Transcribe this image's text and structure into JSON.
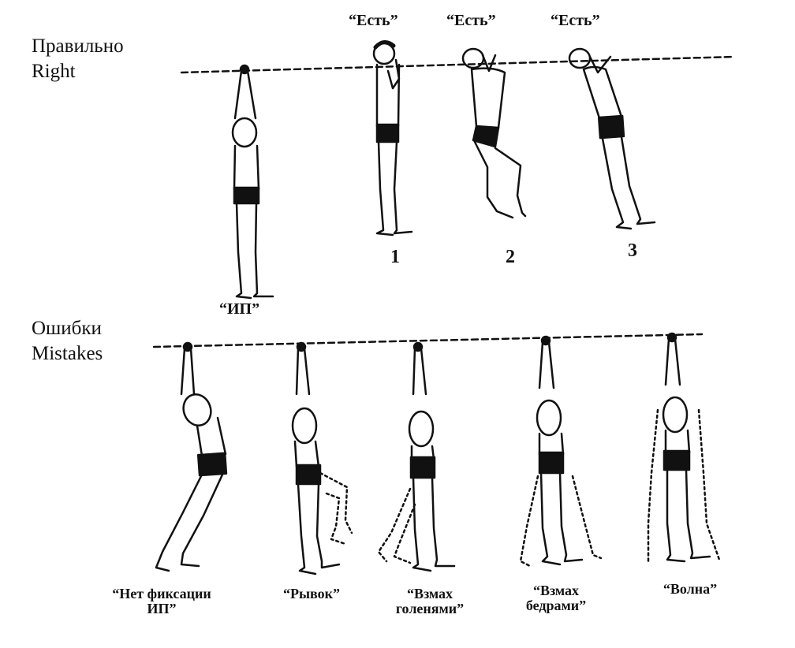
{
  "sections": {
    "right": {
      "label_ru": "Правильно",
      "label_en": "Right"
    },
    "mistakes": {
      "label_ru": "Ошибки",
      "label_en": "Mistakes"
    }
  },
  "right_row": {
    "start_caption": "“ИП”",
    "figures": [
      {
        "quote": "“Есть”",
        "number": "1"
      },
      {
        "quote": "“Есть”",
        "number": "2"
      },
      {
        "quote": "“Есть”",
        "number": "3"
      }
    ]
  },
  "mistakes_row": {
    "captions": [
      {
        "line1": "“Нет фиксации",
        "line2": "ИП”"
      },
      {
        "line1": "“Рывок”",
        "line2": ""
      },
      {
        "line1": "“Взмах",
        "line2": "голенями”"
      },
      {
        "line1": "“Взмах",
        "line2": "бедрами”"
      },
      {
        "line1": "“Волна”",
        "line2": ""
      }
    ]
  },
  "colors": {
    "ink": "#111111",
    "paper": "#ffffff",
    "bar": "#222222"
  }
}
